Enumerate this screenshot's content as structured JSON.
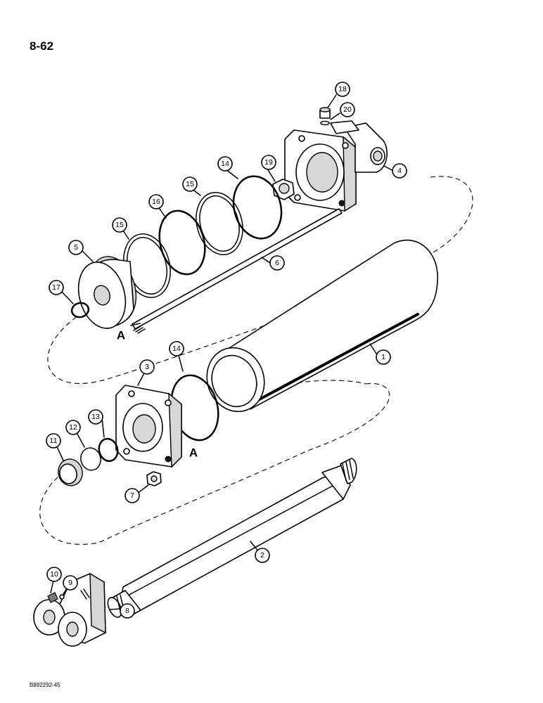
{
  "page": {
    "page_number": "8-62",
    "figure_code": "B892292-45"
  },
  "diagram": {
    "callouts": [
      {
        "id": "c1",
        "number": "1"
      },
      {
        "id": "c2",
        "number": "2"
      },
      {
        "id": "c3",
        "number": "3"
      },
      {
        "id": "c4",
        "number": "4"
      },
      {
        "id": "c5",
        "number": "5"
      },
      {
        "id": "c6",
        "number": "6"
      },
      {
        "id": "c7",
        "number": "7"
      },
      {
        "id": "c8",
        "number": "8"
      },
      {
        "id": "c9",
        "number": "9"
      },
      {
        "id": "c10",
        "number": "10"
      },
      {
        "id": "c11",
        "number": "11"
      },
      {
        "id": "c12",
        "number": "12"
      },
      {
        "id": "c13",
        "number": "13"
      },
      {
        "id": "c14a",
        "number": "14"
      },
      {
        "id": "c14b",
        "number": "14"
      },
      {
        "id": "c15a",
        "number": "15"
      },
      {
        "id": "c15b",
        "number": "15"
      },
      {
        "id": "c16",
        "number": "16"
      },
      {
        "id": "c17",
        "number": "17"
      },
      {
        "id": "c18",
        "number": "18"
      },
      {
        "id": "c19",
        "number": "19"
      },
      {
        "id": "c20",
        "number": "20"
      }
    ],
    "reference_letters": [
      {
        "id": "ref-a-top",
        "letter": "A"
      },
      {
        "id": "ref-a-bottom",
        "letter": "A"
      }
    ]
  }
}
